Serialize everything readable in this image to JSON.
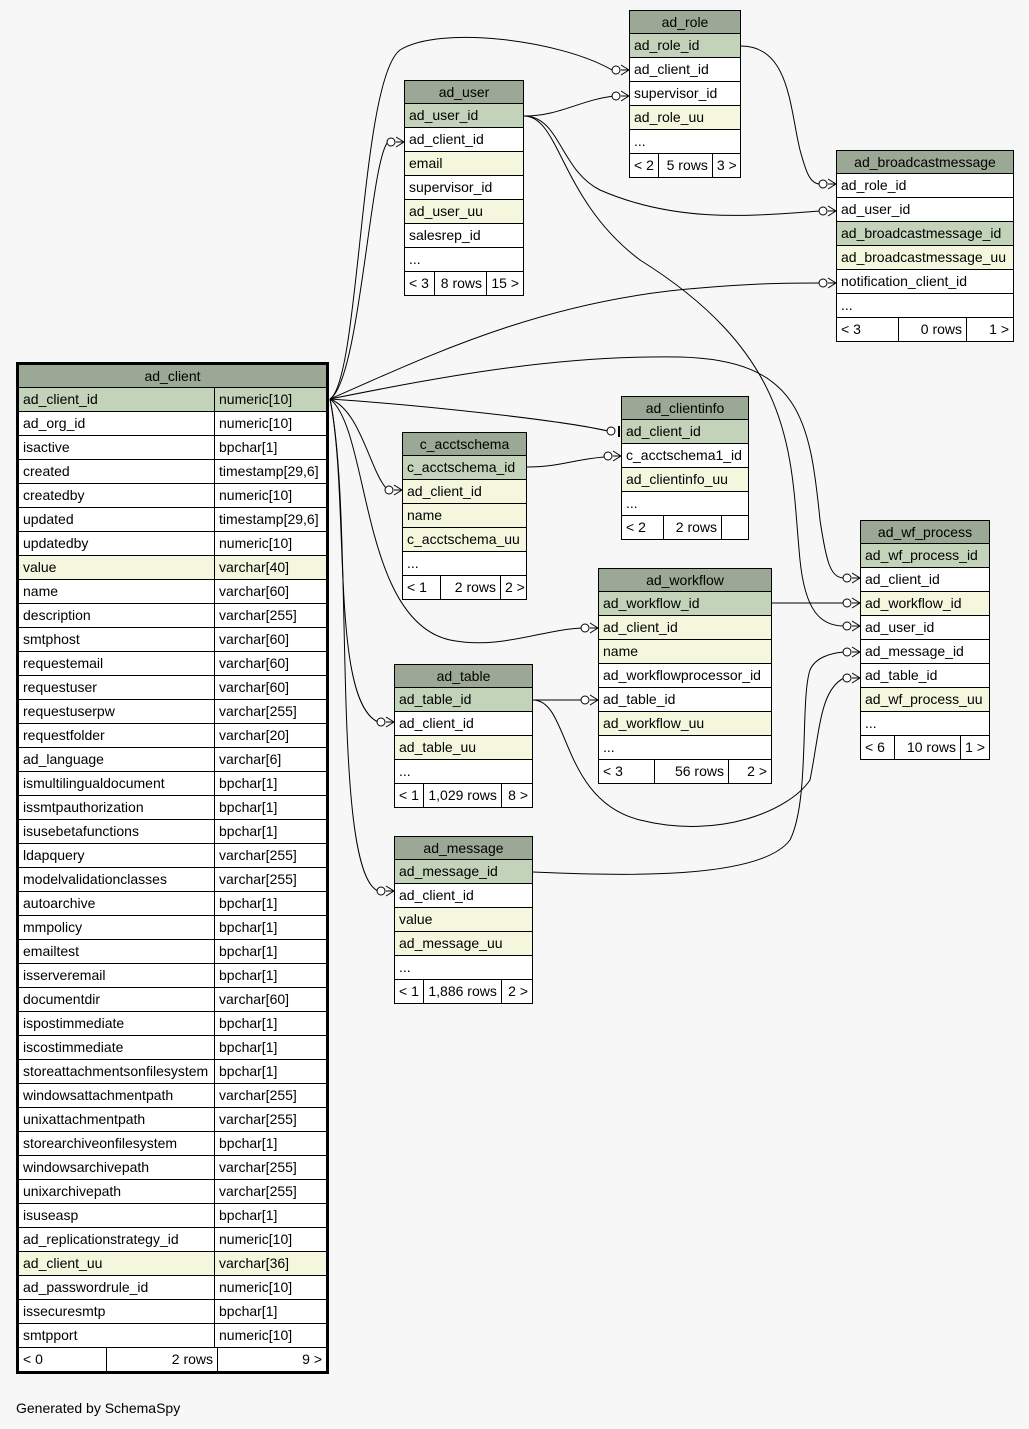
{
  "footer": "Generated by SchemaSpy",
  "tables": {
    "ad_client": {
      "name": "ad_client",
      "columns": [
        {
          "name": "ad_client_id",
          "type": "numeric[10]",
          "kind": "pk"
        },
        {
          "name": "ad_org_id",
          "type": "numeric[10]"
        },
        {
          "name": "isactive",
          "type": "bpchar[1]"
        },
        {
          "name": "created",
          "type": "timestamp[29,6]"
        },
        {
          "name": "createdby",
          "type": "numeric[10]"
        },
        {
          "name": "updated",
          "type": "timestamp[29,6]"
        },
        {
          "name": "updatedby",
          "type": "numeric[10]"
        },
        {
          "name": "value",
          "type": "varchar[40]",
          "kind": "uq"
        },
        {
          "name": "name",
          "type": "varchar[60]"
        },
        {
          "name": "description",
          "type": "varchar[255]"
        },
        {
          "name": "smtphost",
          "type": "varchar[60]"
        },
        {
          "name": "requestemail",
          "type": "varchar[60]"
        },
        {
          "name": "requestuser",
          "type": "varchar[60]"
        },
        {
          "name": "requestuserpw",
          "type": "varchar[255]"
        },
        {
          "name": "requestfolder",
          "type": "varchar[20]"
        },
        {
          "name": "ad_language",
          "type": "varchar[6]"
        },
        {
          "name": "ismultilingualdocument",
          "type": "bpchar[1]"
        },
        {
          "name": "issmtpauthorization",
          "type": "bpchar[1]"
        },
        {
          "name": "isusebetafunctions",
          "type": "bpchar[1]"
        },
        {
          "name": "ldapquery",
          "type": "varchar[255]"
        },
        {
          "name": "modelvalidationclasses",
          "type": "varchar[255]"
        },
        {
          "name": "autoarchive",
          "type": "bpchar[1]"
        },
        {
          "name": "mmpolicy",
          "type": "bpchar[1]"
        },
        {
          "name": "emailtest",
          "type": "bpchar[1]"
        },
        {
          "name": "isserveremail",
          "type": "bpchar[1]"
        },
        {
          "name": "documentdir",
          "type": "varchar[60]"
        },
        {
          "name": "ispostimmediate",
          "type": "bpchar[1]"
        },
        {
          "name": "iscostimmediate",
          "type": "bpchar[1]"
        },
        {
          "name": "storeattachmentsonfilesystem",
          "type": "bpchar[1]"
        },
        {
          "name": "windowsattachmentpath",
          "type": "varchar[255]"
        },
        {
          "name": "unixattachmentpath",
          "type": "varchar[255]"
        },
        {
          "name": "storearchiveonfilesystem",
          "type": "bpchar[1]"
        },
        {
          "name": "windowsarchivepath",
          "type": "varchar[255]"
        },
        {
          "name": "unixarchivepath",
          "type": "varchar[255]"
        },
        {
          "name": "isuseasp",
          "type": "bpchar[1]"
        },
        {
          "name": "ad_replicationstrategy_id",
          "type": "numeric[10]"
        },
        {
          "name": "ad_client_uu",
          "type": "varchar[36]",
          "kind": "uq"
        },
        {
          "name": "ad_passwordrule_id",
          "type": "numeric[10]"
        },
        {
          "name": "issecuresmtp",
          "type": "bpchar[1]"
        },
        {
          "name": "smtpport",
          "type": "numeric[10]"
        }
      ],
      "footer": [
        "< 0",
        "2 rows",
        "9 >"
      ]
    },
    "ad_role": {
      "name": "ad_role",
      "columns": [
        {
          "name": "ad_role_id",
          "kind": "pk"
        },
        {
          "name": "ad_client_id"
        },
        {
          "name": "supervisor_id"
        },
        {
          "name": "ad_role_uu",
          "kind": "uq"
        },
        {
          "name": "..."
        }
      ],
      "footer": [
        "< 2",
        "5 rows",
        "3 >"
      ]
    },
    "ad_user": {
      "name": "ad_user",
      "columns": [
        {
          "name": "ad_user_id",
          "kind": "pk"
        },
        {
          "name": "ad_client_id"
        },
        {
          "name": "email",
          "kind": "uq"
        },
        {
          "name": "supervisor_id"
        },
        {
          "name": "ad_user_uu",
          "kind": "uq"
        },
        {
          "name": "salesrep_id"
        },
        {
          "name": "..."
        }
      ],
      "footer": [
        "< 3",
        "8 rows",
        "15 >"
      ]
    },
    "ad_broadcastmessage": {
      "name": "ad_broadcastmessage",
      "columns": [
        {
          "name": "ad_role_id"
        },
        {
          "name": "ad_user_id"
        },
        {
          "name": "ad_broadcastmessage_id",
          "kind": "pk"
        },
        {
          "name": "ad_broadcastmessage_uu",
          "kind": "uq"
        },
        {
          "name": "notification_client_id"
        },
        {
          "name": "..."
        }
      ],
      "footer": [
        "< 3",
        "0 rows",
        "1 >"
      ]
    },
    "ad_clientinfo": {
      "name": "ad_clientinfo",
      "columns": [
        {
          "name": "ad_client_id",
          "kind": "pk"
        },
        {
          "name": "c_acctschema1_id"
        },
        {
          "name": "ad_clientinfo_uu",
          "kind": "uq"
        },
        {
          "name": "..."
        }
      ],
      "footer": [
        "< 2",
        "2 rows",
        ""
      ]
    },
    "c_acctschema": {
      "name": "c_acctschema",
      "columns": [
        {
          "name": "c_acctschema_id",
          "kind": "pk"
        },
        {
          "name": "ad_client_id",
          "kind": "uq"
        },
        {
          "name": "name",
          "kind": "uq"
        },
        {
          "name": "c_acctschema_uu",
          "kind": "uq"
        },
        {
          "name": "..."
        }
      ],
      "footer": [
        "< 1",
        "2 rows",
        "2 >"
      ]
    },
    "ad_workflow": {
      "name": "ad_workflow",
      "columns": [
        {
          "name": "ad_workflow_id",
          "kind": "pk"
        },
        {
          "name": "ad_client_id",
          "kind": "uq"
        },
        {
          "name": "name",
          "kind": "uq"
        },
        {
          "name": "ad_workflowprocessor_id"
        },
        {
          "name": "ad_table_id"
        },
        {
          "name": "ad_workflow_uu",
          "kind": "uq"
        },
        {
          "name": "..."
        }
      ],
      "footer": [
        "< 3",
        "56 rows",
        "2 >"
      ]
    },
    "ad_wf_process": {
      "name": "ad_wf_process",
      "columns": [
        {
          "name": "ad_wf_process_id",
          "kind": "pk"
        },
        {
          "name": "ad_client_id"
        },
        {
          "name": "ad_workflow_id",
          "kind": "uq"
        },
        {
          "name": "ad_user_id"
        },
        {
          "name": "ad_message_id"
        },
        {
          "name": "ad_table_id"
        },
        {
          "name": "ad_wf_process_uu",
          "kind": "uq"
        },
        {
          "name": "..."
        }
      ],
      "footer": [
        "< 6",
        "10 rows",
        "1 >"
      ]
    },
    "ad_table": {
      "name": "ad_table",
      "columns": [
        {
          "name": "ad_table_id",
          "kind": "pk"
        },
        {
          "name": "ad_client_id"
        },
        {
          "name": "ad_table_uu",
          "kind": "uq"
        },
        {
          "name": "..."
        }
      ],
      "footer": [
        "< 1",
        "1,029 rows",
        "8 >"
      ]
    },
    "ad_message": {
      "name": "ad_message",
      "columns": [
        {
          "name": "ad_message_id",
          "kind": "pk"
        },
        {
          "name": "ad_client_id"
        },
        {
          "name": "value",
          "kind": "uq"
        },
        {
          "name": "ad_message_uu",
          "kind": "uq"
        },
        {
          "name": "..."
        }
      ],
      "footer": [
        "< 1",
        "1,886 rows",
        "2 >"
      ]
    }
  },
  "relationships": [
    {
      "from": "ad_client.ad_client_id",
      "to": "ad_role.ad_client_id"
    },
    {
      "from": "ad_client.ad_client_id",
      "to": "ad_user.ad_client_id"
    },
    {
      "from": "ad_client.ad_client_id",
      "to": "ad_broadcastmessage.notification_client_id"
    },
    {
      "from": "ad_client.ad_client_id",
      "to": "ad_clientinfo.ad_client_id"
    },
    {
      "from": "ad_client.ad_client_id",
      "to": "c_acctschema.ad_client_id"
    },
    {
      "from": "ad_client.ad_client_id",
      "to": "ad_workflow.ad_client_id"
    },
    {
      "from": "ad_client.ad_client_id",
      "to": "ad_table.ad_client_id"
    },
    {
      "from": "ad_client.ad_client_id",
      "to": "ad_message.ad_client_id"
    },
    {
      "from": "ad_client.ad_client_id",
      "to": "ad_wf_process.ad_client_id"
    },
    {
      "from": "ad_user.ad_user_id",
      "to": "ad_role.supervisor_id"
    },
    {
      "from": "ad_user.ad_user_id",
      "to": "ad_broadcastmessage.ad_user_id"
    },
    {
      "from": "ad_user.ad_user_id",
      "to": "ad_wf_process.ad_user_id"
    },
    {
      "from": "ad_role.ad_role_id",
      "to": "ad_broadcastmessage.ad_role_id"
    },
    {
      "from": "c_acctschema.c_acctschema_id",
      "to": "ad_clientinfo.c_acctschema1_id"
    },
    {
      "from": "ad_table.ad_table_id",
      "to": "ad_workflow.ad_table_id"
    },
    {
      "from": "ad_table.ad_table_id",
      "to": "ad_wf_process.ad_table_id"
    },
    {
      "from": "ad_workflow.ad_workflow_id",
      "to": "ad_wf_process.ad_workflow_id"
    },
    {
      "from": "ad_message.ad_message_id",
      "to": "ad_wf_process.ad_message_id"
    }
  ],
  "colors": {
    "background": "#f7f7f7",
    "header": "#9ba895",
    "primary_key": "#c2d3b9",
    "unique": "#f4f7de",
    "row": "#ffffff"
  }
}
